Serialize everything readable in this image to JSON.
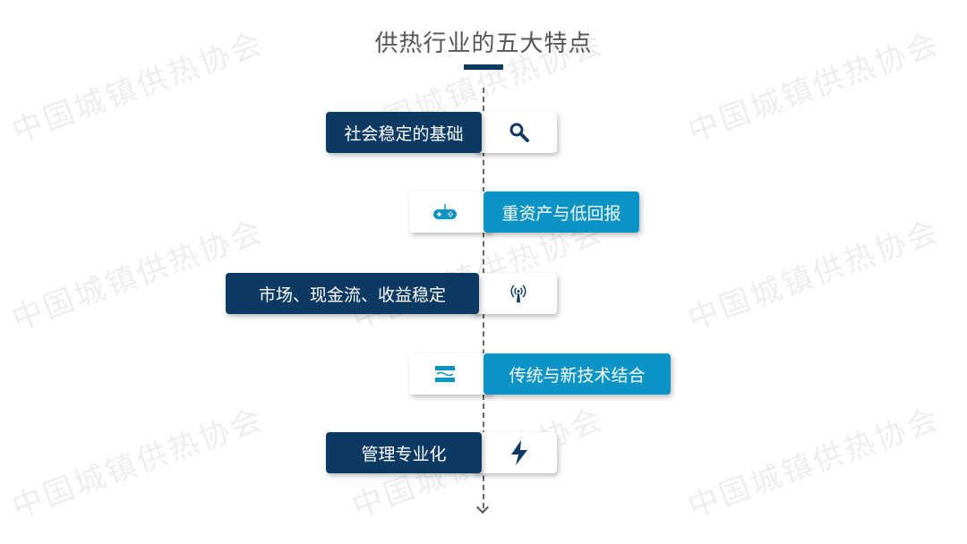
{
  "title": "供热行业的五大特点",
  "watermark": "中国城镇供热协会",
  "colors": {
    "dark": "#0d3a63",
    "blue": "#0a94c6"
  },
  "features": [
    {
      "label": "社会稳定的基础",
      "icon": "search-icon"
    },
    {
      "label": "重资产与低回报",
      "icon": "gamepad-icon"
    },
    {
      "label": "市场、现金流、收益稳定",
      "icon": "wireless-signal-icon"
    },
    {
      "label": "传统与新技术结合",
      "icon": "layers-icon"
    },
    {
      "label": "管理专业化",
      "icon": "lightning-icon"
    }
  ]
}
